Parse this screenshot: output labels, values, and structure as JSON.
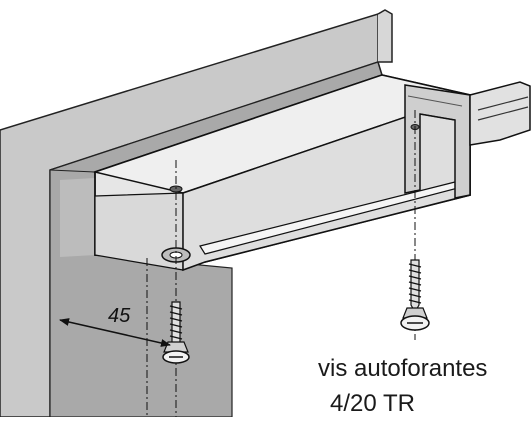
{
  "dimension_label": "45",
  "caption": {
    "line1": "vis autoforantes",
    "line2": "4/20 TR"
  }
}
